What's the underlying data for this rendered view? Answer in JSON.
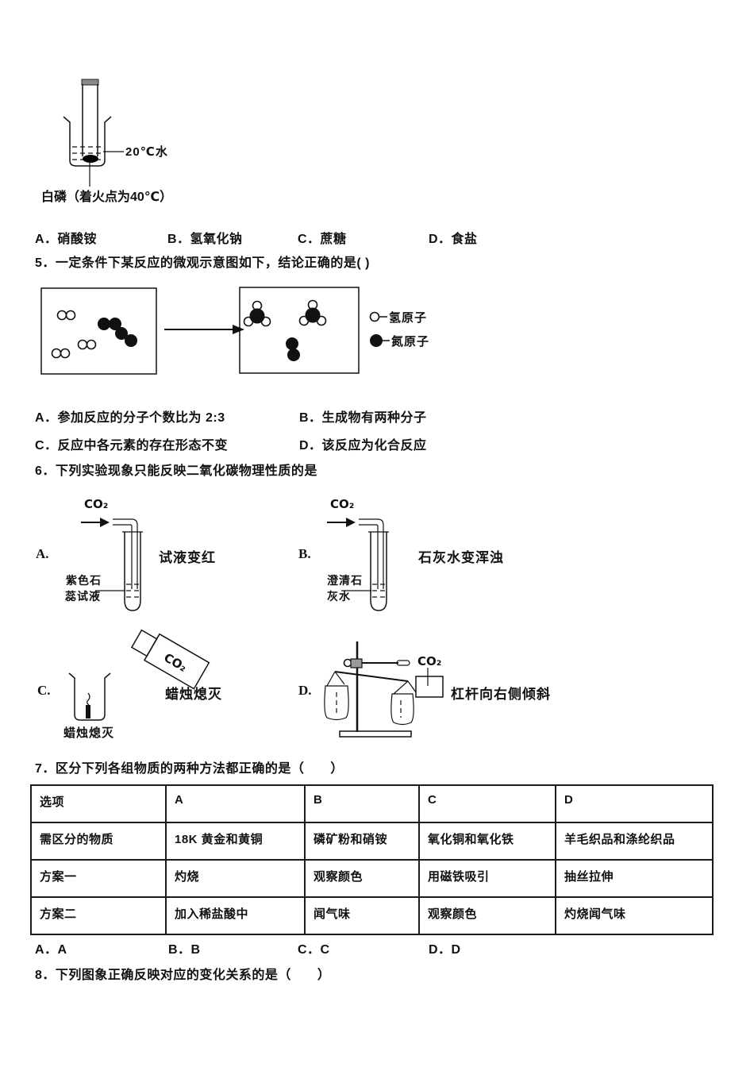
{
  "question4": {
    "diagram": {
      "water_label": "20℃水",
      "caption": "白磷（着火点为40℃）"
    },
    "options": [
      {
        "label": "A．硝酸铵"
      },
      {
        "label": "B．氢氧化钠"
      },
      {
        "label": "C．蔗糖"
      },
      {
        "label": "D．食盐"
      }
    ]
  },
  "question5": {
    "stem": "5．一定条件下某反应的微观示意图如下，结论正确的是( )",
    "legend": [
      {
        "symbol": "hollow-circle",
        "label": "氢原子"
      },
      {
        "symbol": "solid-circle",
        "label": "氮原子"
      }
    ],
    "options": [
      {
        "label": "A．参加反应的分子个数比为 2:3"
      },
      {
        "label": "B．生成物有两种分子"
      },
      {
        "label": "C．反应中各元素的存在形态不变"
      },
      {
        "label": "D．该反应为化合反应"
      }
    ]
  },
  "question6": {
    "stem": "6．下列实验现象只能反映二氧化碳物理性质的是",
    "items": [
      {
        "letter": "A.",
        "gas": "CO₂",
        "label_line1": "紫色石",
        "label_line2": "蕊试液",
        "caption": "试液变红"
      },
      {
        "letter": "B.",
        "gas": "CO₂",
        "label_line1": "澄清石",
        "label_line2": "灰水",
        "caption": "石灰水变浑浊"
      },
      {
        "letter": "C.",
        "gas": "CO₂",
        "beaker_label": "蜡烛熄灭",
        "caption": "蜡烛熄灭"
      },
      {
        "letter": "D.",
        "gas": "CO₂",
        "caption": "杠杆向右侧倾斜"
      }
    ]
  },
  "question7": {
    "stem": "7．区分下列各组物质的两种方法都正确的是（　　）",
    "table": {
      "headers": [
        "选项",
        "A",
        "B",
        "C",
        "D"
      ],
      "rows": [
        [
          "需区分的物质",
          "18K 黄金和黄铜",
          "磷矿粉和硝铵",
          "氧化铜和氧化铁",
          "羊毛织品和涤纶织品"
        ],
        [
          "方案一",
          "灼烧",
          "观察颜色",
          "用磁铁吸引",
          "抽丝拉伸"
        ],
        [
          "方案二",
          "加入稀盐酸中",
          "闻气味",
          "观察颜色",
          "灼烧闻气味"
        ]
      ]
    },
    "options": [
      {
        "label": "A．A"
      },
      {
        "label": "B．B"
      },
      {
        "label": "C．C"
      },
      {
        "label": "D．D"
      }
    ]
  },
  "question8": {
    "stem": "8．下列图象正确反映对应的变化关系的是（　　）"
  }
}
